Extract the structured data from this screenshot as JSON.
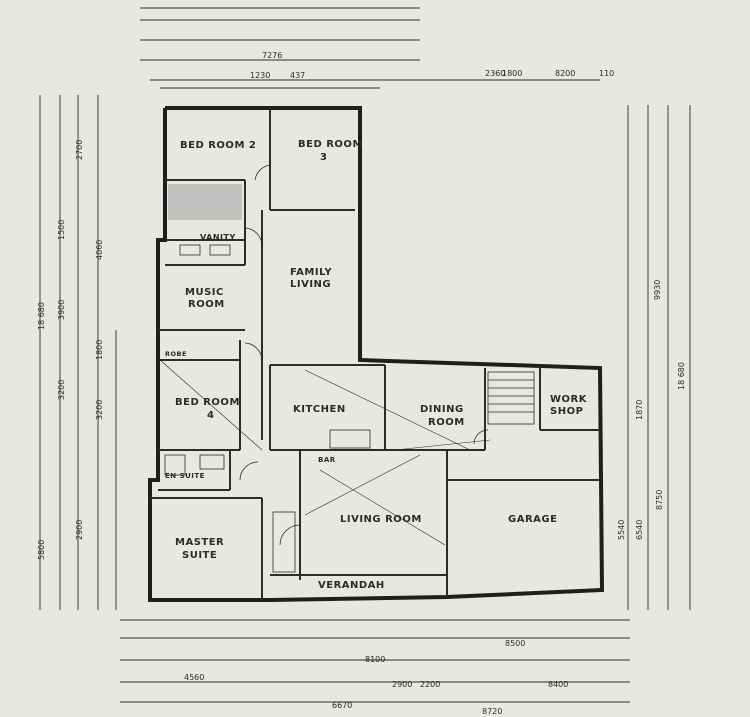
{
  "colors": {
    "paper": "#e9e7e2",
    "ink": "#2b2b2b",
    "shade": "#b9b9b9"
  },
  "rooms": {
    "bed2": "BED ROOM 2",
    "bed3a": "BED ROOM",
    "bed3b": "3",
    "vanity": "VANITY",
    "family_a": "FAMILY",
    "family_b": "LIVING",
    "music_a": "MUSIC",
    "music_b": "ROOM",
    "bed4a": "BED ROOM",
    "bed4b": "4",
    "kitchen": "KITCHEN",
    "dining_a": "DINING",
    "dining_b": "ROOM",
    "workshop_a": "WORK",
    "workshop_b": "SHOP",
    "garage": "GARAGE",
    "living": "LIVING ROOM",
    "master_a": "MASTER",
    "master_b": "SUITE",
    "verandah": "VERANDAH",
    "ensuite": "EN SUITE",
    "bar": "BAR",
    "robe": "ROBE"
  },
  "dims": {
    "top": [
      "2360",
      "1800",
      "8200",
      "110",
      "1230",
      "437",
      "7276"
    ],
    "left": [
      "2700",
      "3200",
      "1500",
      "4060",
      "3900",
      "3200",
      "2900",
      "1800",
      "5800",
      "18 680"
    ],
    "right": [
      "9930",
      "18 680",
      "1870",
      "8750",
      "6540",
      "5540"
    ],
    "bottom": [
      "8500",
      "8100",
      "4560",
      "2900",
      "8400",
      "6670",
      "8720",
      "2200"
    ]
  }
}
